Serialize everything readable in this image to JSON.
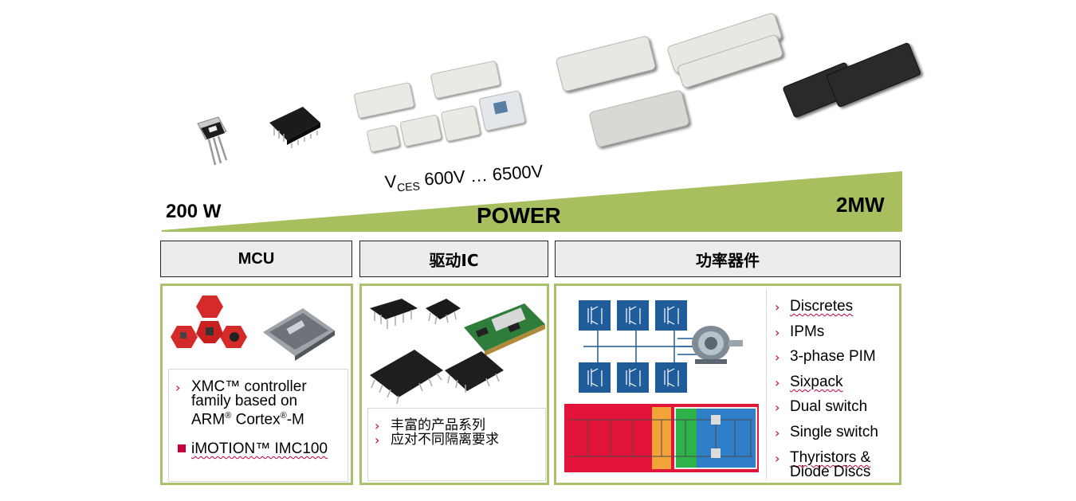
{
  "power_scale": {
    "low_label": "200 W",
    "high_label": "2MW",
    "center_label": "POWER",
    "voltage_prefix": "V",
    "voltage_sub": "CES",
    "voltage_range": " 600V … 6500V"
  },
  "columns": {
    "mcu": {
      "header": "MCU",
      "items": [
        {
          "marker": "›",
          "text_lines": [
            "XMC™ controller",
            "family based on"
          ],
          "line3_a": "ARM",
          "line3_sup1": "®",
          "line3_b": " Cortex",
          "line3_sup2": "®",
          "line3_c": "-M"
        },
        {
          "marker": "■",
          "text": "iMOTION™ IMC100"
        }
      ]
    },
    "driver_ic": {
      "header": "驱动IC",
      "items": [
        {
          "marker": "›",
          "text": "丰富的产品系列"
        },
        {
          "marker": "›",
          "text": "应对不同隔离要求"
        }
      ]
    },
    "power_devices": {
      "header": "功率器件",
      "items": [
        {
          "marker": "›",
          "text": "Discretes"
        },
        {
          "marker": "›",
          "text": "IPMs"
        },
        {
          "marker": "›",
          "text": "3-phase PIM"
        },
        {
          "marker": "›",
          "text": "Sixpack"
        },
        {
          "marker": "›",
          "text": "Dual switch"
        },
        {
          "marker": "›",
          "text": "Single switch"
        },
        {
          "marker": "›",
          "text_line1": "Thyristors &",
          "text_line2": "Diode Discs"
        }
      ]
    }
  },
  "colors": {
    "accent_green": "#a9c16a",
    "wedge_green": "#a8bf5f",
    "marker_red": "#c4003c",
    "circuit_blue": "#1f5c99",
    "pim_red": "#e2143a",
    "pim_orange": "#f4a23a",
    "pim_green": "#2db34a",
    "pim_blue": "#2f7fc8"
  }
}
